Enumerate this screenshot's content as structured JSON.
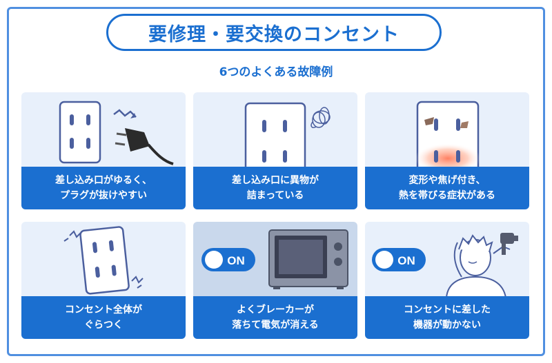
{
  "title": "要修理・要交換のコンセント",
  "subtitle": "6つのよくある故障例",
  "colors": {
    "primary": "#1b6fd0",
    "card_bg": "#e8f0fb",
    "outlet_hole": "#4b5f9e",
    "border": "#4f8fe0"
  },
  "cards": [
    {
      "icon": "loose-outlet-with-plug-icon",
      "line1": "差し込み口がゆるく、",
      "line2": "プラグが抜けやすい"
    },
    {
      "icon": "outlet-with-tangled-debris-icon",
      "line1": "差し込み口に異物が",
      "line2": "詰まっている"
    },
    {
      "icon": "scorched-outlet-icon",
      "line1": "変形や焦げ付き、",
      "line2": "熱を帯びる症状がある"
    },
    {
      "icon": "wobbly-outlet-icon",
      "line1": "コンセント全体が",
      "line2": "ぐらつく"
    },
    {
      "icon": "microwave-on-switch-icon",
      "line1": "よくブレーカーが",
      "line2": "落ちて電気が消える",
      "switch_label": "ON"
    },
    {
      "icon": "person-with-hair-dryer-icon",
      "line1": "コンセントに差した",
      "line2": "機器が動かない",
      "switch_label": "ON"
    }
  ]
}
